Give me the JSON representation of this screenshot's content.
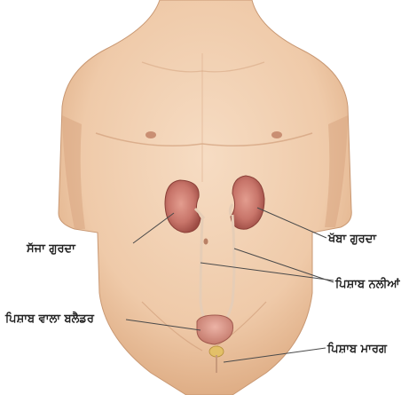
{
  "labels": {
    "right_kidney": "ਸੱਜਾ ਗੁਰਦਾ",
    "left_kidney": "ਖੱਬਾ ਗੁਰਦਾ",
    "ureters": "ਪਿਸ਼ਾਬ ਨਲੀਆਂ",
    "bladder": "ਪਿਸ਼ਾਬ ਵਾਲਾ ਬਲੈਡਰ",
    "urethra": "ਪਿਸ਼ਾਬ ਮਾਰਗ"
  },
  "colors": {
    "skin": "#f1d1b4",
    "skin_shadow": "#d9ab88",
    "kidney": "#c8756a",
    "kidney_dark": "#9c4b43",
    "ureter": "#e6cdb6",
    "bladder": "#d9968a",
    "leader": "#4a4a4a"
  }
}
